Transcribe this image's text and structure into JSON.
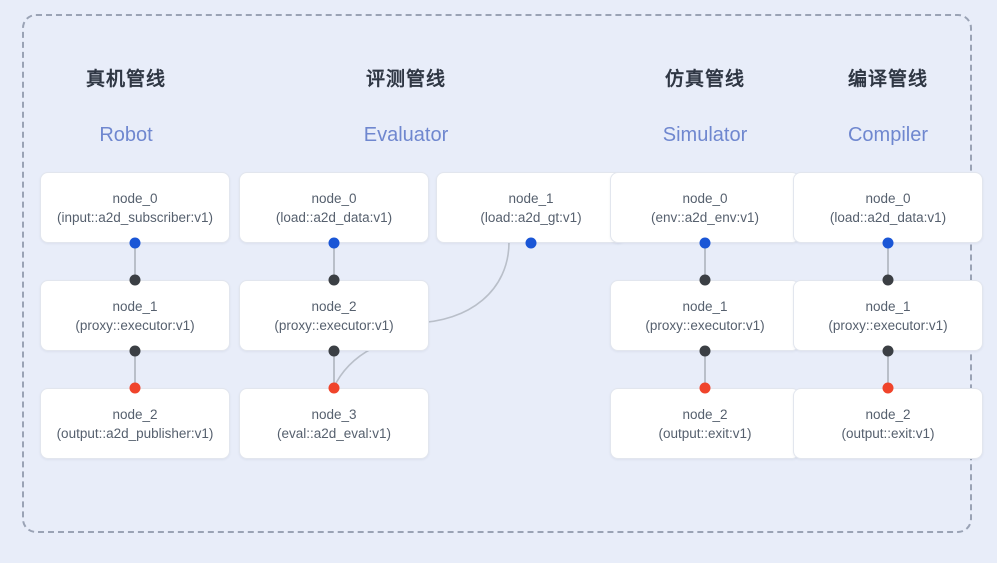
{
  "frame": {
    "style": "dashed-rounded-container",
    "border_color": "#9aa3b5",
    "background": "#e8edf9"
  },
  "colors": {
    "background": "#e8edf9",
    "node_fill": "#ffffff",
    "node_border": "#e2e6ee",
    "title_cn": "#2f3744",
    "title_en": "#6f87cf",
    "edge": "#b9bfc9",
    "dot_source": "#1a56d6",
    "dot_mid": "#3b3f44",
    "dot_sink": "#f0442b"
  },
  "columns": [
    {
      "id": "robot",
      "title_cn": "真机管线",
      "title_en": "Robot",
      "nodes": [
        {
          "name": "node_0",
          "impl": "(input::a2d_subscriber:v1)"
        },
        {
          "name": "node_1",
          "impl": "(proxy::executor:v1)"
        },
        {
          "name": "node_2",
          "impl": "(output::a2d_publisher:v1)"
        }
      ]
    },
    {
      "id": "evaluator",
      "title_cn": "评测管线",
      "title_en": "Evaluator",
      "nodes": [
        {
          "name": "node_0",
          "impl": "(load::a2d_data:v1)"
        },
        {
          "name": "node_1",
          "impl": "(load::a2d_gt:v1)"
        },
        {
          "name": "node_2",
          "impl": "(proxy::executor:v1)"
        },
        {
          "name": "node_3",
          "impl": "(eval::a2d_eval:v1)"
        }
      ]
    },
    {
      "id": "simulator",
      "title_cn": "仿真管线",
      "title_en": "Simulator",
      "nodes": [
        {
          "name": "node_0",
          "impl": "(env::a2d_env:v1)"
        },
        {
          "name": "node_1",
          "impl": "(proxy::executor:v1)"
        },
        {
          "name": "node_2",
          "impl": "(output::exit:v1)"
        }
      ]
    },
    {
      "id": "compiler",
      "title_cn": "编译管线",
      "title_en": "Compiler",
      "nodes": [
        {
          "name": "node_0",
          "impl": "(load::a2d_data:v1)"
        },
        {
          "name": "node_1",
          "impl": "(proxy::executor:v1)"
        },
        {
          "name": "node_2",
          "impl": "(output::exit:v1)"
        }
      ]
    }
  ]
}
